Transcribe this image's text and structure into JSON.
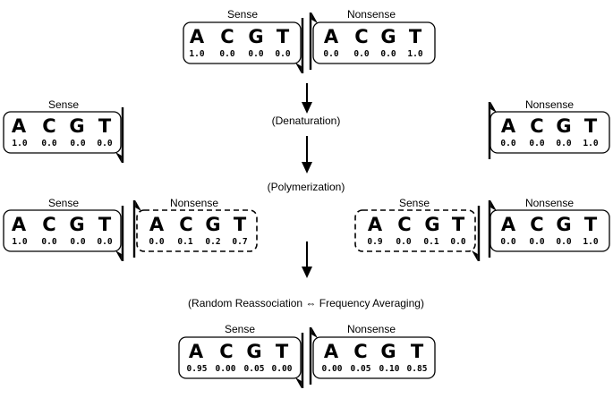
{
  "strands": [
    {
      "id": "top-sense",
      "label": "Sense",
      "bases": [
        "A",
        "C",
        "G",
        "T"
      ],
      "freqs": [
        "1.0",
        "0.0",
        "0.0",
        "0.0"
      ],
      "style": "solid"
    },
    {
      "id": "top-nonsense",
      "label": "Nonsense",
      "bases": [
        "A",
        "C",
        "G",
        "T"
      ],
      "freqs": [
        "0.0",
        "0.0",
        "0.0",
        "1.0"
      ],
      "style": "solid"
    },
    {
      "id": "denat-sense",
      "label": "Sense",
      "bases": [
        "A",
        "C",
        "G",
        "T"
      ],
      "freqs": [
        "1.0",
        "0.0",
        "0.0",
        "0.0"
      ],
      "style": "solid"
    },
    {
      "id": "denat-nonsense",
      "label": "Nonsense",
      "bases": [
        "A",
        "C",
        "G",
        "T"
      ],
      "freqs": [
        "0.0",
        "0.0",
        "0.0",
        "1.0"
      ],
      "style": "solid"
    },
    {
      "id": "poly-left-sense",
      "label": "Sense",
      "bases": [
        "A",
        "C",
        "G",
        "T"
      ],
      "freqs": [
        "1.0",
        "0.0",
        "0.0",
        "0.0"
      ],
      "style": "solid"
    },
    {
      "id": "poly-left-nonsense",
      "label": "Nonsense",
      "bases": [
        "A",
        "C",
        "G",
        "T"
      ],
      "freqs": [
        "0.0",
        "0.1",
        "0.2",
        "0.7"
      ],
      "style": "dashed"
    },
    {
      "id": "poly-right-sense",
      "label": "Sense",
      "bases": [
        "A",
        "C",
        "G",
        "T"
      ],
      "freqs": [
        "0.9",
        "0.0",
        "0.1",
        "0.0"
      ],
      "style": "dashed"
    },
    {
      "id": "poly-right-nonsense",
      "label": "Nonsense",
      "bases": [
        "A",
        "C",
        "G",
        "T"
      ],
      "freqs": [
        "0.0",
        "0.0",
        "0.0",
        "1.0"
      ],
      "style": "solid"
    },
    {
      "id": "bottom-sense",
      "label": "Sense",
      "bases": [
        "A",
        "C",
        "G",
        "T"
      ],
      "freqs": [
        "0.95",
        "0.00",
        "0.05",
        "0.00"
      ],
      "style": "solid"
    },
    {
      "id": "bottom-nonsense",
      "label": "Nonsense",
      "bases": [
        "A",
        "C",
        "G",
        "T"
      ],
      "freqs": [
        "0.00",
        "0.05",
        "0.10",
        "0.85"
      ],
      "style": "solid"
    }
  ],
  "steps": {
    "denaturation": "(Denaturation)",
    "polymerization": "(Polymerization)",
    "reassociation": "(Random Reassociation ⇔ Frequency Averaging)"
  }
}
